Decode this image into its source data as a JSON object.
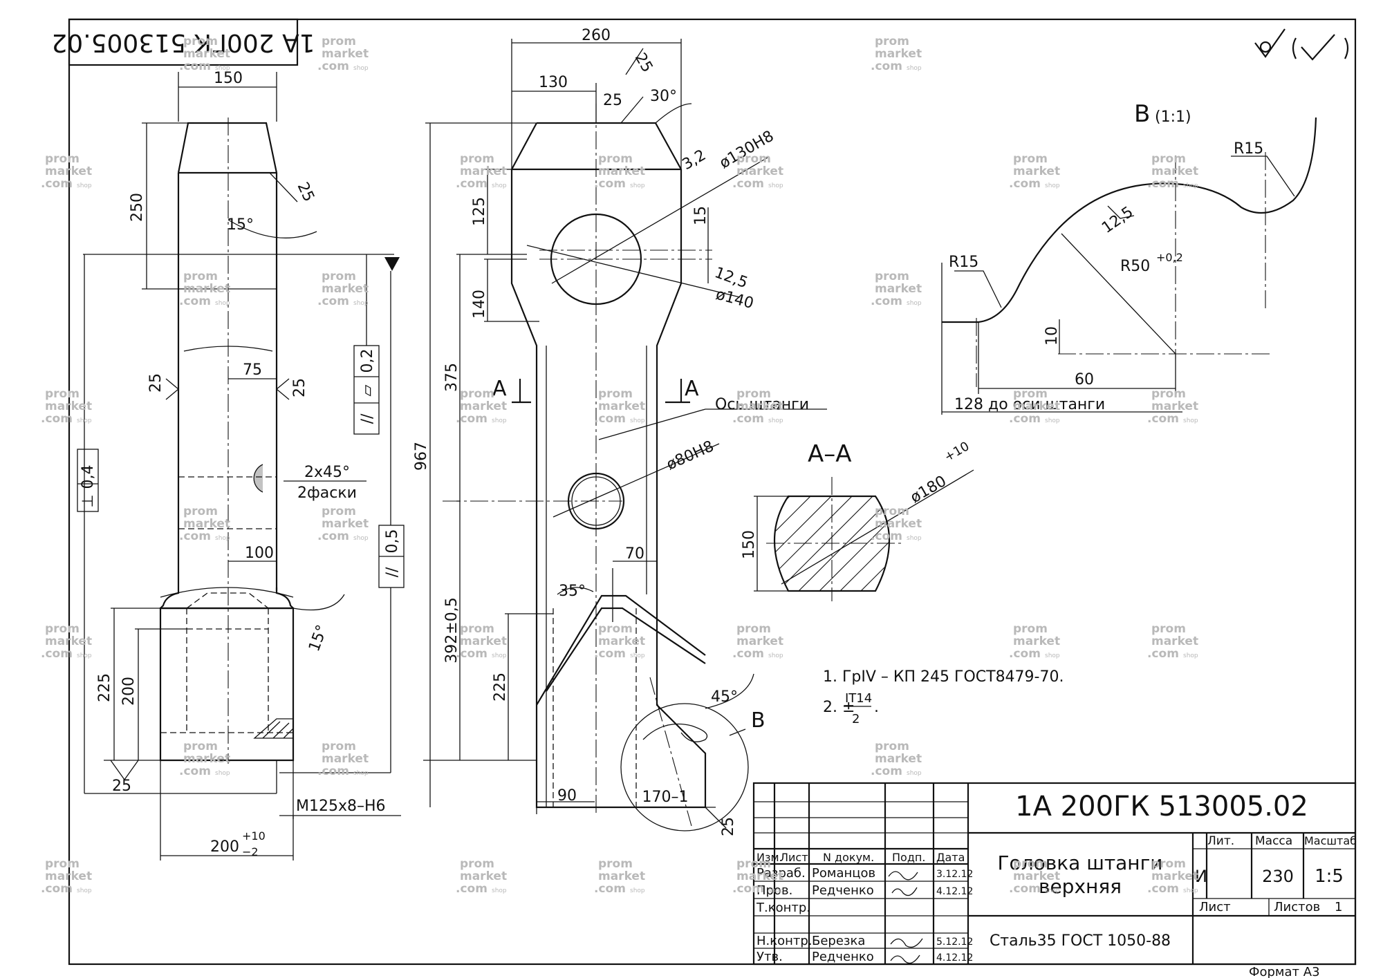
{
  "drawing": {
    "code": "1А 200ГК 513005.02",
    "code_mirrored": "1А 200ГК 513005.02",
    "name_line1": "Головка штанги",
    "name_line2": "верхняя",
    "material": "Сталь35 ГОСТ 1050-88",
    "format": "Формат А3",
    "title_block": {
      "headers": [
        "Изм.",
        "Лист",
        "N докум.",
        "Подп.",
        "Дата"
      ],
      "roles": [
        {
          "role": "Разраб.",
          "name": "Романцов",
          "date": "3.12.12"
        },
        {
          "role": "Пров.",
          "name": "Редченко",
          "date": "4.12.12"
        },
        {
          "role": "Т.контр.",
          "name": "",
          "date": ""
        },
        {
          "role": "Н.контр.",
          "name": "Березка",
          "date": "5.12.12"
        },
        {
          "role": "Утв.",
          "name": "Редченко",
          "date": "4.12.12"
        }
      ],
      "lit_label": "Лит.",
      "mass_label": "Масса",
      "scale_label": "Масштаб",
      "lit": "И",
      "mass": "230",
      "scale": "1:5",
      "sheet_label": "Лист",
      "sheets_label": "Листов",
      "sheets": "1"
    },
    "notes": [
      "1. ГрIV – КП 245  ГОСТ8479-70.",
      "2. ±",
      "IT14",
      "2"
    ],
    "roughness_general": "√ (√)",
    "section_label": "А–А",
    "detail_label": "В",
    "detail_scale": "(1:1)",
    "detail_ref": "В",
    "cut_a_left": "А",
    "cut_a_right": "А",
    "rod_axis_label": "Ось штанги",
    "detail_axis_label": "128 до оси штанги",
    "thread_label": "М125х8–Н6",
    "chamfer_label_1": "2х45°",
    "chamfer_label_2": "2фаски"
  },
  "dimensions": {
    "left_view": [
      "150",
      "250",
      "15°",
      "25",
      "75",
      "25",
      "25",
      "2х45°",
      "100",
      "15°",
      "225",
      "200",
      "25",
      "200",
      "+10",
      "−2",
      "0,4",
      "0,2",
      "0,5"
    ],
    "front_view": [
      "260",
      "130",
      "25",
      "25",
      "30°",
      "3,2",
      "ø130Н8",
      "125",
      "15",
      "140",
      "12,5",
      "ø140",
      "375",
      "967",
      "ø80Н8",
      "70",
      "35°",
      "392±0,5",
      "225",
      "45°",
      "90",
      "170–1",
      "25"
    ],
    "section": [
      "150",
      "ø180",
      "+10"
    ],
    "detail": [
      "R15",
      "12,5",
      "R15",
      "R50",
      "+0,2",
      "10",
      "60"
    ]
  },
  "watermark": {
    "line1": "prom",
    "line2": "market",
    "line3": ".com",
    "tag": "shop"
  }
}
